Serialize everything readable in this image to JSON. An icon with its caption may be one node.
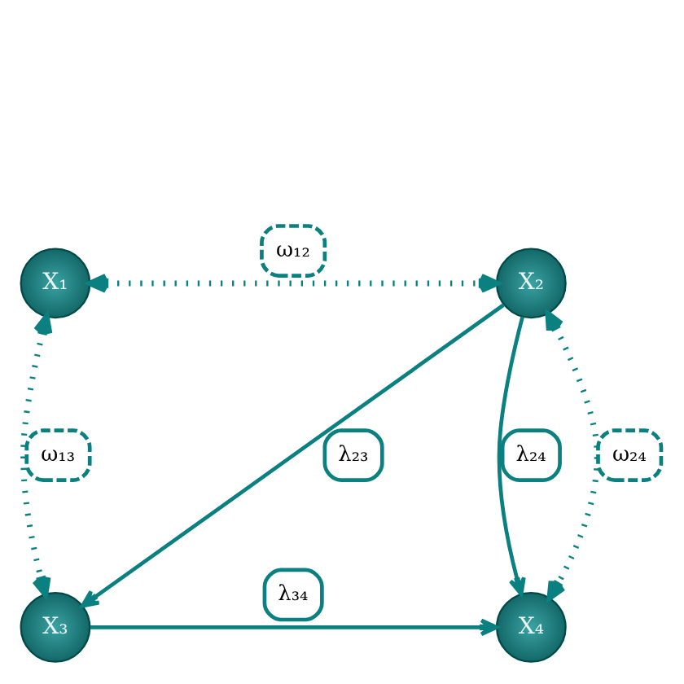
{
  "diagram": {
    "nodes": [
      {
        "text": [
          "X₁"
        ]
      },
      {
        "text": [
          "X₂"
        ]
      },
      {
        "text": [
          "X₃"
        ]
      },
      {
        "text": [
          "X₄"
        ]
      }
    ],
    "edges": [
      {
        "from": 0,
        "to": 1,
        "arrow": "both",
        "style": "dashed",
        "label": "ω₁₂"
      },
      {
        "from": 1,
        "to": 2,
        "arrow": "to",
        "label": "λ₂₃"
      },
      {
        "from": 1,
        "to": 3,
        "arrow": "to",
        "label": "λ₂₄"
      },
      {
        "from": 1,
        "to": 3,
        "arrow": "both",
        "style": "dashed",
        "label": "ω₂₄"
      },
      {
        "from": 0,
        "to": 2,
        "arrow": "both",
        "style": "dashed",
        "label": "ω₁₃"
      },
      {
        "from": 2,
        "to": 3,
        "arrow": "to",
        "label": "λ₃₄"
      }
    ]
  }
}
